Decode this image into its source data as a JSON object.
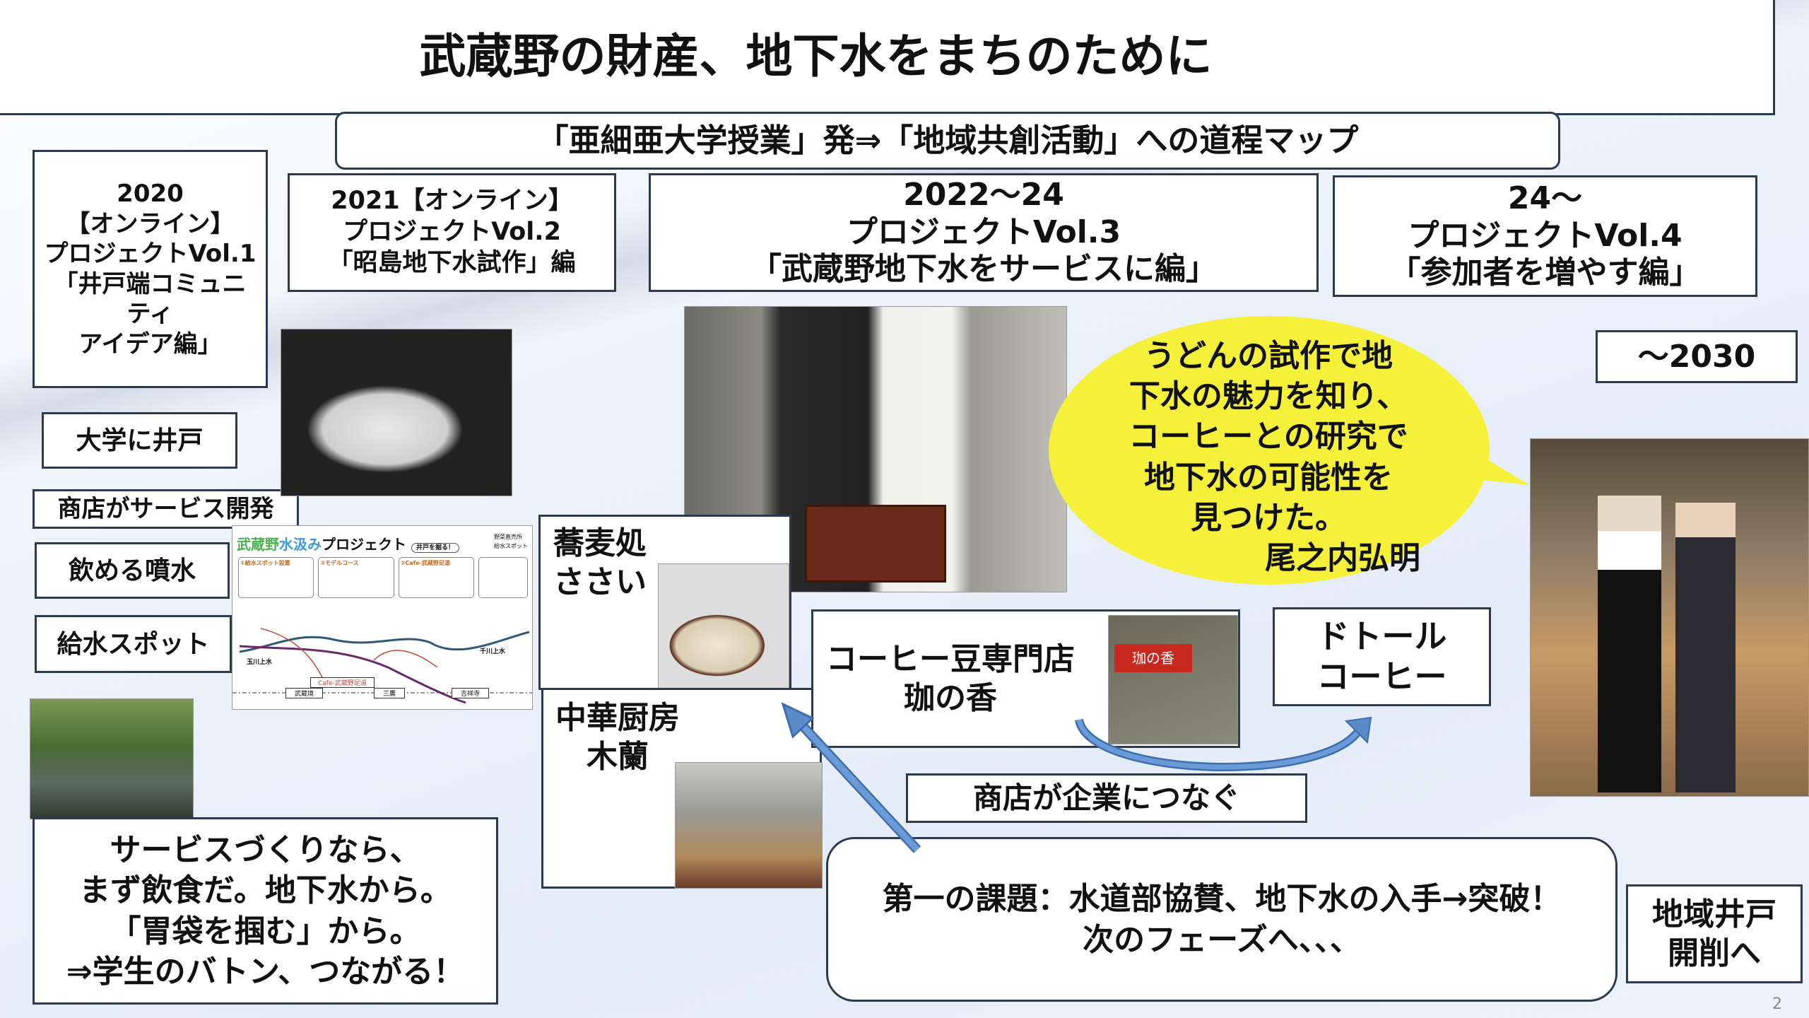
{
  "title": "武蔵野の財産、地下水をまちのために",
  "subtitle": "「亜細亜大学授業」発⇒「地域共創活動」への道程マップ",
  "phases": [
    {
      "lines": [
        "2020",
        "【オンライン】",
        "プロジェクトVol.1",
        "「井戸端コミュニ",
        "ティ",
        "アイデア編」"
      ]
    },
    {
      "lines": [
        "2021【オンライン】",
        "プロジェクトVol.2",
        "「昭島地下水試作」編"
      ]
    },
    {
      "lines": [
        "2022～24",
        "プロジェクトVol.3",
        "「武蔵野地下水をサービスに編」"
      ]
    },
    {
      "lines": [
        "24～",
        "プロジェクトVol.4",
        "「参加者を増やす編」"
      ]
    },
    {
      "lines": [
        "～2030"
      ]
    }
  ],
  "labels": {
    "university_well": "大学に井戸",
    "shop_service": "商店がサービス開発",
    "fountain": "飲める噴水",
    "water_spot": "給水スポット",
    "soba": [
      "蕎麦処",
      "ささい"
    ],
    "chinese": [
      "中華厨房",
      "木蘭"
    ],
    "coffee_shop": [
      "コーヒー豆専門店",
      "珈の香"
    ],
    "doutor": [
      "ドトール",
      "コーヒー"
    ],
    "connect": "商店が企業につなぐ",
    "well_dig": [
      "地域井戸",
      "開削へ"
    ]
  },
  "bubble": {
    "lines": [
      "うどんの試作で地",
      "下水の魅力を知り、",
      "コーヒーとの研究で",
      "地下水の可能性を",
      "見つけた。"
    ],
    "author": "尾之内弘明"
  },
  "service_box": {
    "lines": [
      "サービスづくりなら、",
      "まず飲食だ。地下水から。",
      "「胃袋を掴む」から。",
      "⇒学生のバトン、つながる！"
    ]
  },
  "challenge_box": {
    "lines": [
      "第一の課題：水道部協賛、地下水の入手→突破！",
      "次のフェーズへ、、、"
    ]
  },
  "map_image": {
    "title_a": "武蔵野",
    "title_b": "水汲み",
    "title_c": "プロジェクト",
    "bubble": "井戸を掘る！",
    "stations": [
      "武蔵境",
      "三鷹",
      "吉祥寺"
    ],
    "rivers": [
      "玉川上水",
      "千川上水"
    ],
    "cafe": "Cafe-武蔵野足湯",
    "legend": [
      "野菜直売所",
      "給水スポット"
    ],
    "sections": [
      "①給水スポット設置",
      "②モデルコース",
      "③Cafe-武蔵野足湯"
    ]
  },
  "coffee_label": "珈の香",
  "page_number": "2",
  "colors": {
    "bubble": "#f5f03a",
    "arrow": "#5b8bc9",
    "border": "#2d3a4e"
  }
}
